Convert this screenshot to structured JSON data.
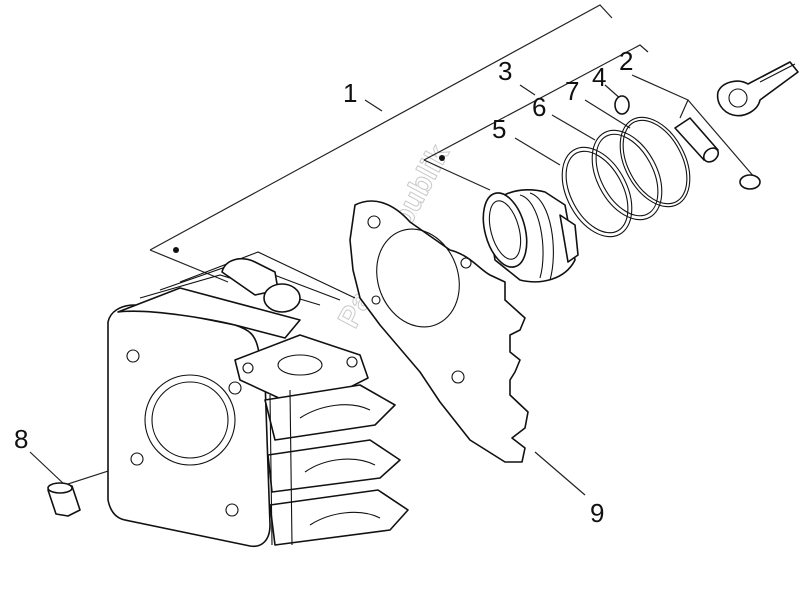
{
  "diagram": {
    "watermark": "PartsRepublik",
    "callouts": [
      {
        "id": "1",
        "label": "1"
      },
      {
        "id": "2",
        "label": "2"
      },
      {
        "id": "3",
        "label": "3"
      },
      {
        "id": "4",
        "label": "4"
      },
      {
        "id": "5",
        "label": "5"
      },
      {
        "id": "6",
        "label": "6"
      },
      {
        "id": "7",
        "label": "7"
      },
      {
        "id": "8",
        "label": "8"
      },
      {
        "id": "9",
        "label": "9"
      }
    ]
  }
}
